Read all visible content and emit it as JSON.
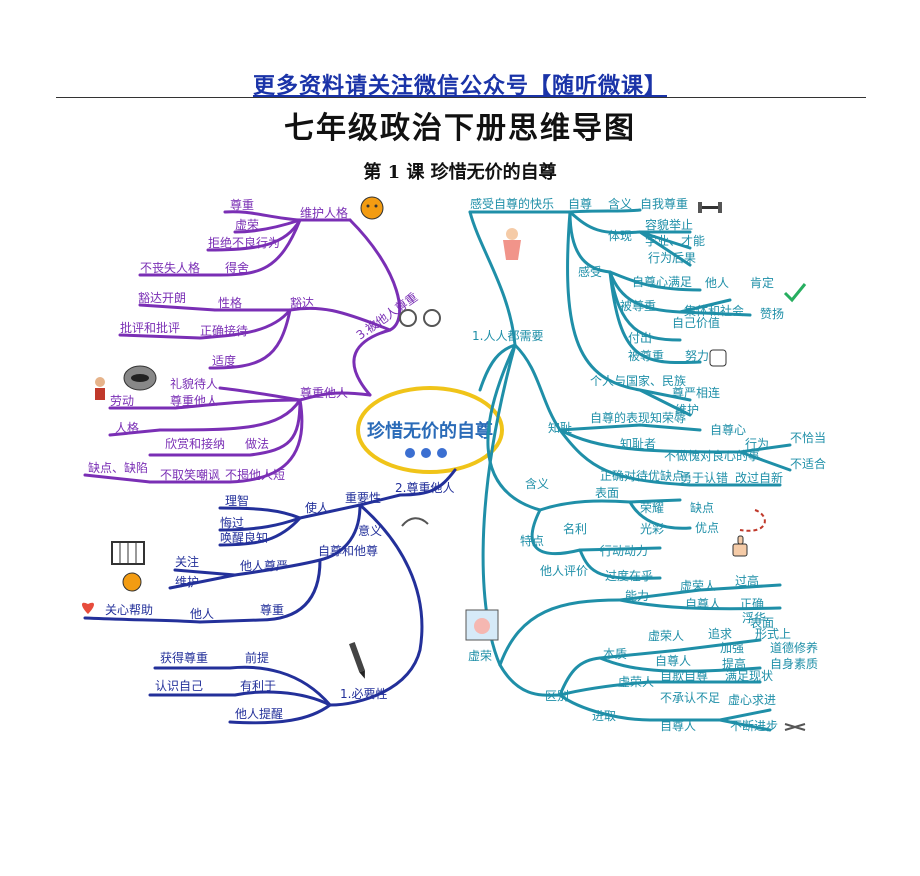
{
  "header": {
    "banner": "更多资料请关注微信公众号【随听微课】",
    "title": "七年级政治下册思维导图",
    "subtitle": "第 1 课  珍惜无价的自尊"
  },
  "center": {
    "label": "珍惜无价的自尊"
  },
  "branches": {
    "purple": {
      "root": "3.被他人尊重",
      "n1": "维护人格",
      "n1a": "尊重",
      "n1b": "虚荣",
      "n1c": "拒绝不良行为",
      "n1d": "得舍",
      "n1e": "不丧失人格",
      "n2": "豁达",
      "n2a": "性格",
      "n2b": "豁达开朗",
      "n2c": "正确接待",
      "n2d": "批评和批评",
      "n2e": "适度",
      "n3": "尊重他人",
      "n3a": "礼貌待人",
      "n3b": "尊重他人",
      "n3c": "劳动",
      "n3d": "人格",
      "n3e": "欣赏和接纳",
      "n3f": "做法",
      "n3g": "缺点、缺陷",
      "n3h": "不取笑嘲讽",
      "n3i": "不揭他人短"
    },
    "navy": {
      "root": "2.尊重他人",
      "n1": "使人",
      "n1a": "重要性",
      "n1b": "理智",
      "n1c": "悔过",
      "n1d": "唤醒良知",
      "n2": "意义",
      "n2a": "自尊和他尊",
      "n2b": "关注",
      "n2c": "维护",
      "n2d": "他人尊严",
      "n3": "关心帮助",
      "n3a": "他人",
      "n3b": "尊重",
      "n4": "1.必要性",
      "n4a": "获得尊重",
      "n4b": "前提",
      "n4c": "认识自己",
      "n4d": "有利于",
      "n4e": "他人提醒"
    },
    "teal": {
      "root": "1.人人都需要",
      "n1": "感受自尊的快乐",
      "n1a": "自尊",
      "n1b": "含义",
      "n1c": "自我尊重",
      "n1d": "体现",
      "n1e": "容貌举止",
      "n1f": "学业、才能",
      "n1g": "行为后果",
      "n2": "感受",
      "n2a": "自尊心满足",
      "n2b": "他人",
      "n2c": "肯定",
      "n2d": "被尊重",
      "n2e": "集体和社会",
      "n2f": "赞扬",
      "n2g": "自己价值",
      "n2h": "付出",
      "n2i": "被尊重",
      "n2j": "努力",
      "n3": "个人与国家、民族",
      "n3a": "尊严相连",
      "n3b": "维护",
      "n4": "知耻",
      "n4a": "自尊的表现",
      "n4b": "知荣辱",
      "n4c": "自尊心",
      "n4d": "知耻者",
      "n4e": "不做愧对良心的事",
      "n4f": "行为",
      "n4g": "不恰当",
      "n4h": "不适合",
      "n4i": "正确对待优缺点",
      "n4j": "勇于认错",
      "n4k": "改过自新",
      "n5": "含义",
      "n5a": "表面",
      "n5b": "荣耀",
      "n5c": "光彩",
      "n5d": "缺点",
      "n5e": "优点",
      "n6": "特点",
      "n6a": "名利",
      "n6b": "行动动力",
      "n6c": "他人评价",
      "n6d": "过度在乎",
      "n7": "虚荣",
      "n7a": "能力",
      "n7b": "虚荣人",
      "n7c": "过高",
      "n7d": "自尊人",
      "n7e": "正确",
      "n8": "区别",
      "n8a": "本质",
      "n8b": "虚荣人",
      "n8c": "自尊人",
      "n8d": "追求",
      "n8e": "浮华",
      "n8f": "形式上",
      "n8g": "表面",
      "n8h": "加强",
      "n8i": "提高",
      "n8j": "道德修养",
      "n8k": "自身素质",
      "n9": "虚荣人",
      "n9a": "自欺自尊",
      "n9b": "满足现状",
      "n9c": "进取",
      "n9d": "不承认不足",
      "n9e": "自尊人",
      "n9f": "虚心求进",
      "n9g": "不断进步"
    }
  },
  "colors": {
    "purple": "#7a2fb5",
    "navy": "#23309a",
    "teal": "#1f8fa8",
    "center_ring": "#f0c419",
    "center_text": "#2a6bb8"
  },
  "icons": [
    "tiger-icon",
    "raccoon-icon",
    "girl-icon",
    "fairy-icon",
    "dumbbell-icon",
    "checkmark-icon",
    "fist-icon",
    "thumbs-up-icon",
    "pencil-icon",
    "cage-icon",
    "heart-icon",
    "pig-mirror-icon",
    "flower-icon",
    "arrow-hint-icon"
  ]
}
